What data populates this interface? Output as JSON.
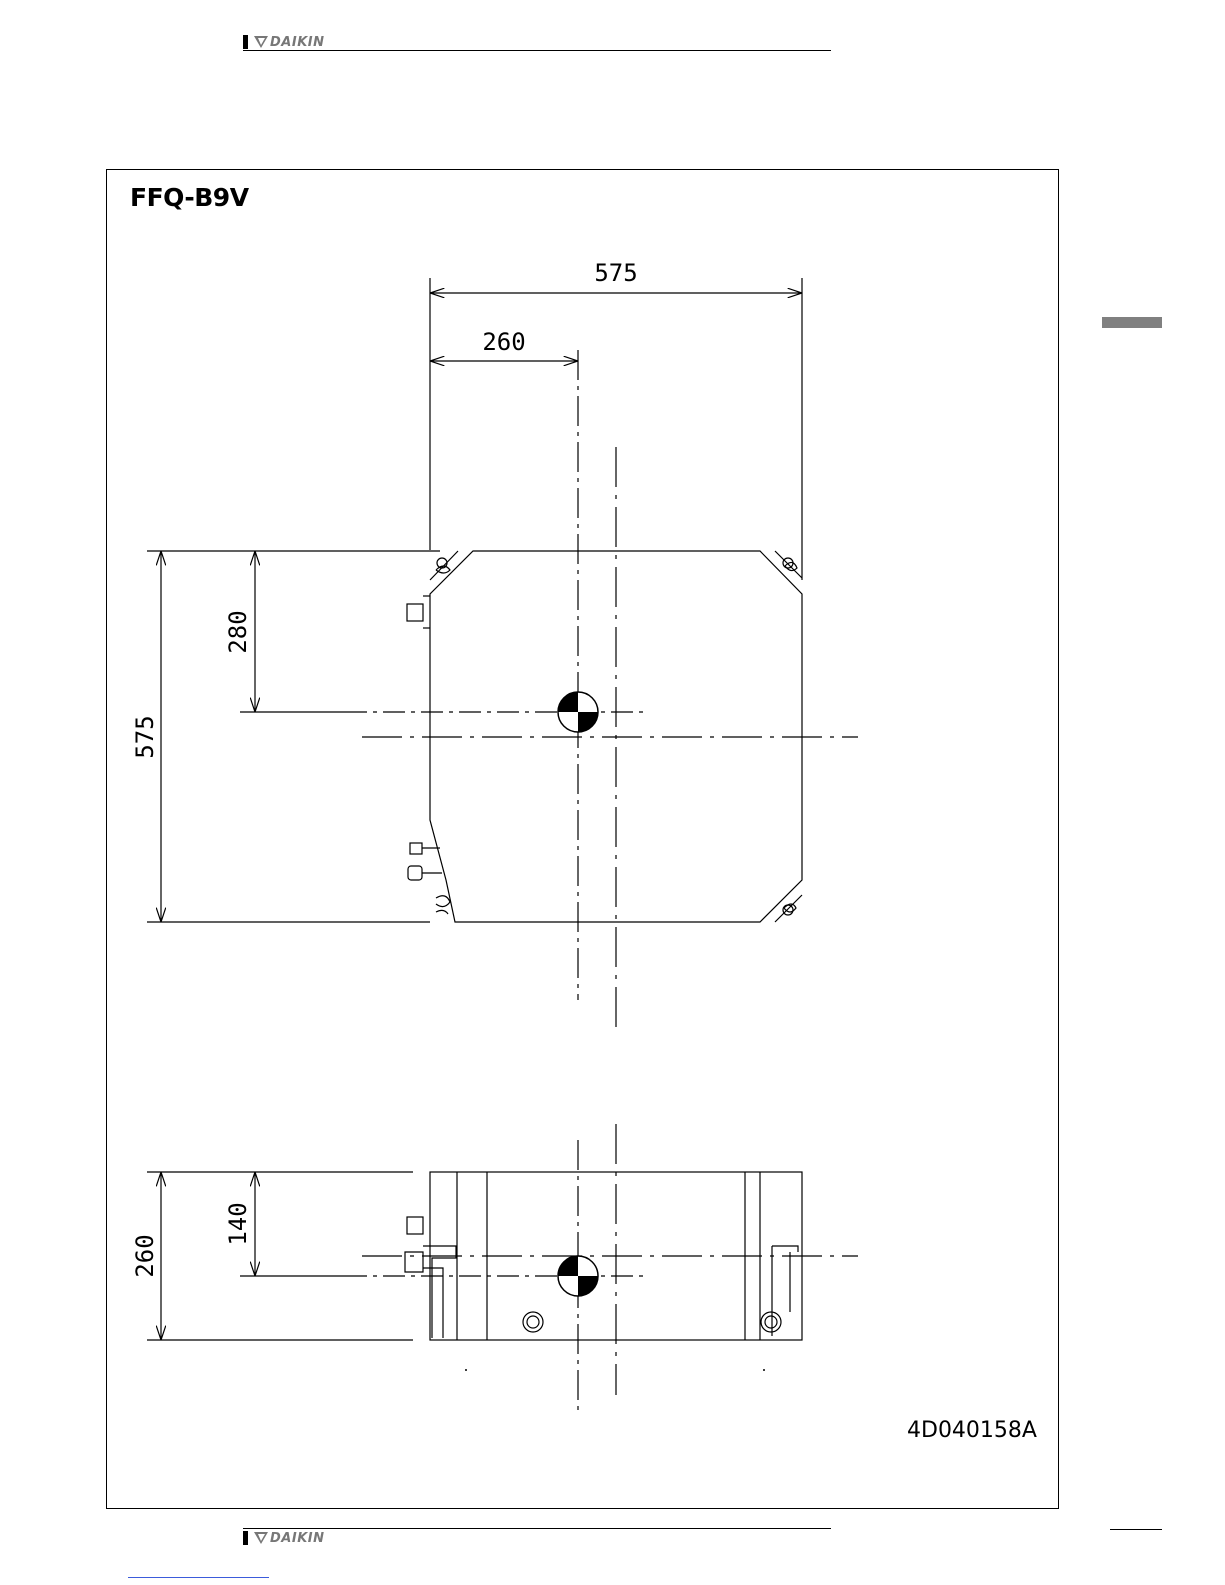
{
  "header": {
    "brand": "DAIKIN"
  },
  "footer": {
    "brand": "DAIKIN"
  },
  "drawing": {
    "model": "FFQ-B9V",
    "document_code": "4D040158A",
    "top_view": {
      "width_label": "575",
      "cg_x_label": "260",
      "depth_label": "575",
      "cg_y_label": "280"
    },
    "side_view": {
      "height_label": "260",
      "cg_z_label": "140"
    }
  },
  "icons": [
    "daikin-logo-icon",
    "center-of-gravity-icon"
  ]
}
